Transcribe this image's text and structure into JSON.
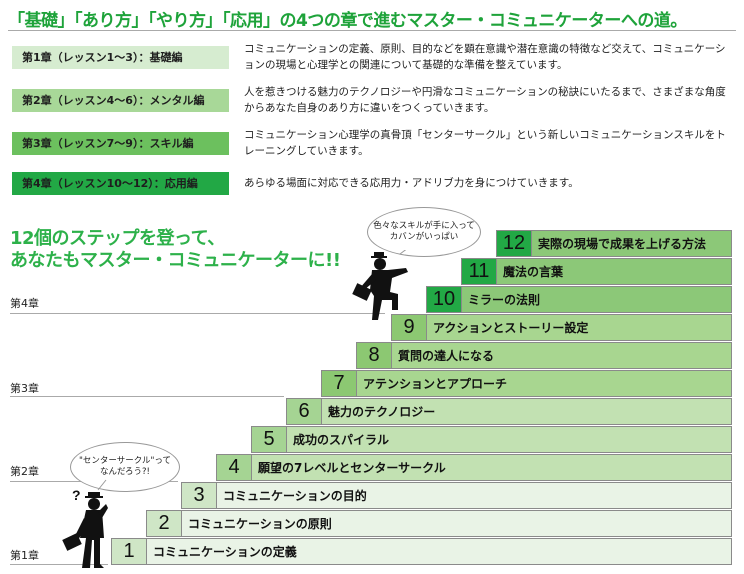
{
  "title": "「基礎」「あり方」「やり方」「応用」の4つの章で進むマスター・コミュニケーターへの道。",
  "chapters": [
    {
      "label": "第1章（レッスン1〜3）：基礎編",
      "desc": "コミュニケーションの定義、原則、目的などを顕在意識や潜在意識の特徴など交えて、コミュニケーションの現場と心理学との関連について基礎的な準備を整えています。",
      "color": "#d6ecd0"
    },
    {
      "label": "第2章（レッスン4〜6）：メンタル編",
      "desc": "人を惹きつける魅力のテクノロジーや円滑なコミュニケーションの秘訣にいたるまで、さまざまな角度からあなた自身のあり方に違いをつくっていきます。",
      "color": "#a8d898"
    },
    {
      "label": "第3章（レッスン7〜9）：スキル編",
      "desc": "コミュニケーション心理学の真骨頂「センターサークル」という新しいコミュニケーションスキルをトレーニングしていきます。",
      "color": "#6cc05e"
    },
    {
      "label": "第4章（レッスン10〜12）：応用編",
      "desc": "あらゆる場面に対応できる応用力・アドリブ力を身につけていきます。",
      "color": "#22a845"
    }
  ],
  "subtitle": {
    "line1": "12個のステップを登って、",
    "line2": "あなたもマスター・コミュニケーターに!!"
  },
  "chapter_labels": [
    "第1章",
    "第2章",
    "第3章",
    "第4章"
  ],
  "steps": [
    {
      "num": "1",
      "label": "コミュニケーションの定義"
    },
    {
      "num": "2",
      "label": "コミュニケーションの原則"
    },
    {
      "num": "3",
      "label": "コミュニケーションの目的"
    },
    {
      "num": "4",
      "label": "願望の7レベルとセンターサークル"
    },
    {
      "num": "5",
      "label": "成功のスパイラル"
    },
    {
      "num": "6",
      "label": "魅力のテクノロジー"
    },
    {
      "num": "7",
      "label": "アテンションとアプローチ"
    },
    {
      "num": "8",
      "label": "質問の達人になる"
    },
    {
      "num": "9",
      "label": "アクションとストーリー設定"
    },
    {
      "num": "10",
      "label": "ミラーの法則"
    },
    {
      "num": "11",
      "label": "魔法の言葉"
    },
    {
      "num": "12",
      "label": "実際の現場で成果を上げる方法"
    }
  ],
  "bubbles": {
    "bottom": {
      "line1": "\"センターサークル\"って",
      "line2": "なんだろう?!"
    },
    "top": {
      "line1": "色々なスキルが手に入って",
      "line2": "カバンがいっぱい"
    }
  },
  "colors": {
    "ch1_num": "#cfe6c6",
    "ch1_body": "#e9f3e6",
    "ch2_num": "#a5d493",
    "ch2_body": "#c2e1b2",
    "ch3_num": "#8cc872",
    "ch3_body": "#a8d690",
    "ch4_num": "#22a845",
    "ch4_body": "#8cc878"
  }
}
